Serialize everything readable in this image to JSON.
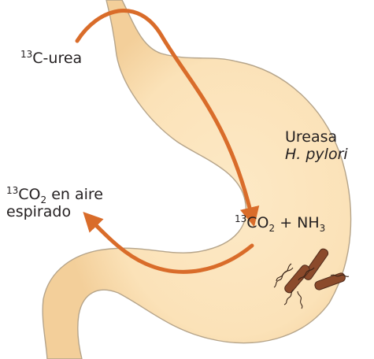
{
  "labels": {
    "urea": {
      "sup": "13",
      "text": "C-urea"
    },
    "enzyme": {
      "line1": "Ureasa",
      "line2": "H. pylori"
    },
    "breath": {
      "sup": "13",
      "co": "CO",
      "sub": "2",
      "rest": " en aire",
      "line2": "espirado"
    },
    "products": {
      "sup": "13",
      "co": "CO",
      "sub1": "2",
      "mid": " + NH",
      "sub2": "3"
    }
  },
  "colors": {
    "stomach_fill": "#fbe3bb",
    "stomach_outline": "#b5a48a",
    "arrow": "#d96c2a",
    "bacteria": "#8b4a2b",
    "text": "#231f20"
  }
}
